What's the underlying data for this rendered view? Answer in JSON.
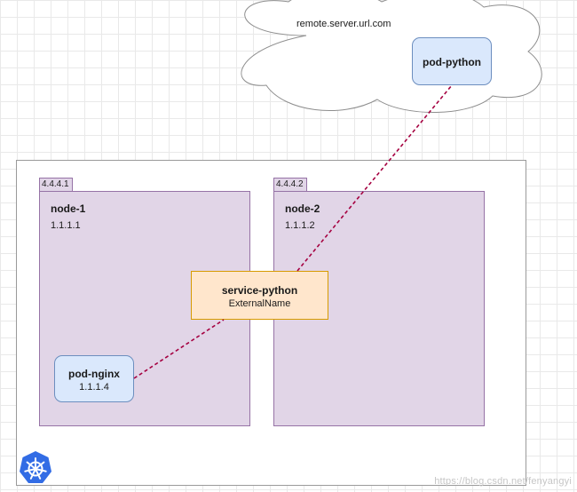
{
  "cloud": {
    "label": "remote.server.url.com"
  },
  "pod_python": {
    "name": "pod-python"
  },
  "nodes": [
    {
      "tab": "4.4.4.1",
      "name": "node-1",
      "ip": "1.1.1.1"
    },
    {
      "tab": "4.4.4.2",
      "name": "node-2",
      "ip": "1.1.1.2"
    }
  ],
  "service": {
    "name": "service-python",
    "type": "ExternalName"
  },
  "pod_nginx": {
    "name": "pod-nginx",
    "ip": "1.1.1.4"
  },
  "watermark": "https://blog.csdn.net/fenyangyi",
  "colors": {
    "node_fill": "#e1d5e7",
    "node_stroke": "#9673a6",
    "pod_fill": "#dae8fc",
    "pod_stroke": "#6c8ebf",
    "service_fill": "#ffe6cc",
    "service_stroke": "#d79b00",
    "connector": "#a50040",
    "logo": "#326ce5"
  },
  "icons": [
    "cloud-icon",
    "kubernetes-logo-icon"
  ]
}
